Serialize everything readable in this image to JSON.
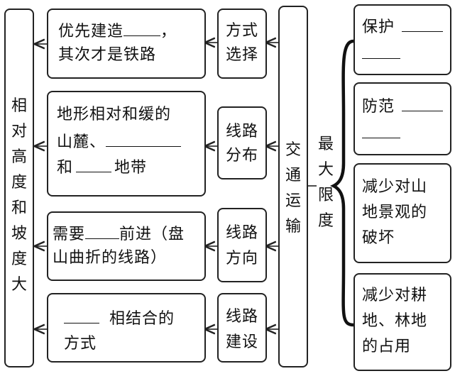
{
  "left_title": "相对高度和坡度大",
  "center_title": "交通运输",
  "bracket_title": "最大限度",
  "rows": [
    {
      "label": [
        "方式",
        "选择"
      ],
      "content": [
        {
          "before": "优先建造",
          "after": "，"
        },
        {
          "text": "其次才是铁路"
        }
      ]
    },
    {
      "label": [
        "线路",
        "分布"
      ],
      "content": [
        {
          "text": "地形相对和缓的"
        },
        {
          "before": "山麓、",
          "after": ""
        },
        {
          "before": "和",
          "after": "地带"
        }
      ]
    },
    {
      "label": [
        "线路",
        "方向"
      ],
      "content": [
        {
          "before": "需要",
          "after": "前进（盘"
        },
        {
          "text": "山曲折的线路）"
        }
      ]
    },
    {
      "label": [
        "线路",
        "建设"
      ],
      "content": [
        {
          "before": "",
          "after": "相结合的"
        },
        {
          "before": "",
          "after": "方式"
        }
      ]
    }
  ],
  "right_items": [
    {
      "lines": [
        "保护"
      ]
    },
    {
      "lines": [
        "防范"
      ]
    },
    {
      "lines": [
        "减少对山",
        "地景观的",
        "破坏"
      ]
    },
    {
      "lines": [
        "减少对耕",
        "地、林地",
        "的占用"
      ]
    }
  ]
}
